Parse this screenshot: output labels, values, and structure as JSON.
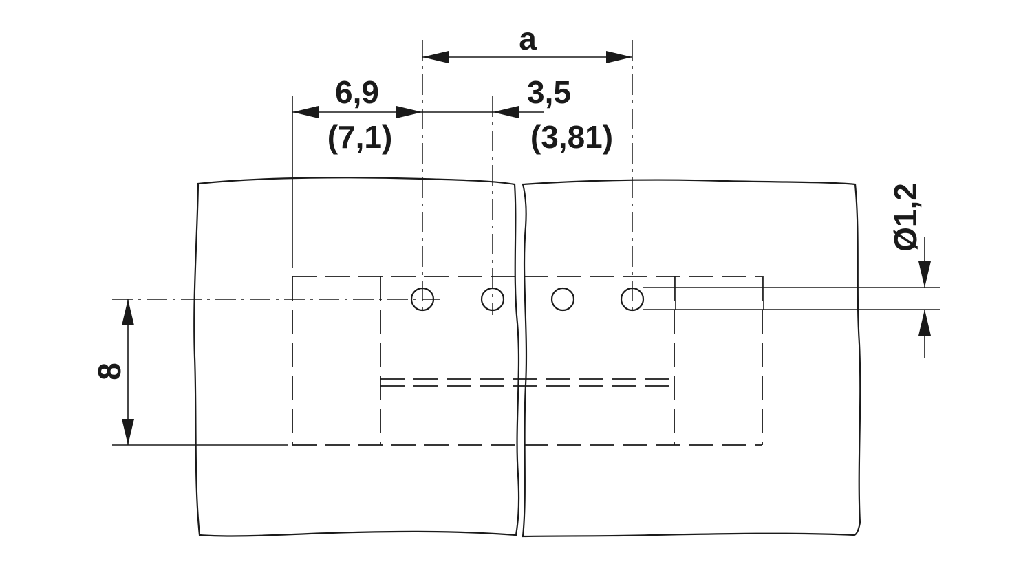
{
  "drawing": {
    "dimensions": {
      "pitch_total": "a",
      "offset_primary": "6,9",
      "offset_alternate": "(7,1)",
      "pitch_primary": "3,5",
      "pitch_alternate": "(3,81)",
      "height": "8",
      "hole_diameter": "Ø1,2"
    },
    "hole_count": 4,
    "line_color": "#1a1a1a",
    "background_color": "#ffffff"
  }
}
